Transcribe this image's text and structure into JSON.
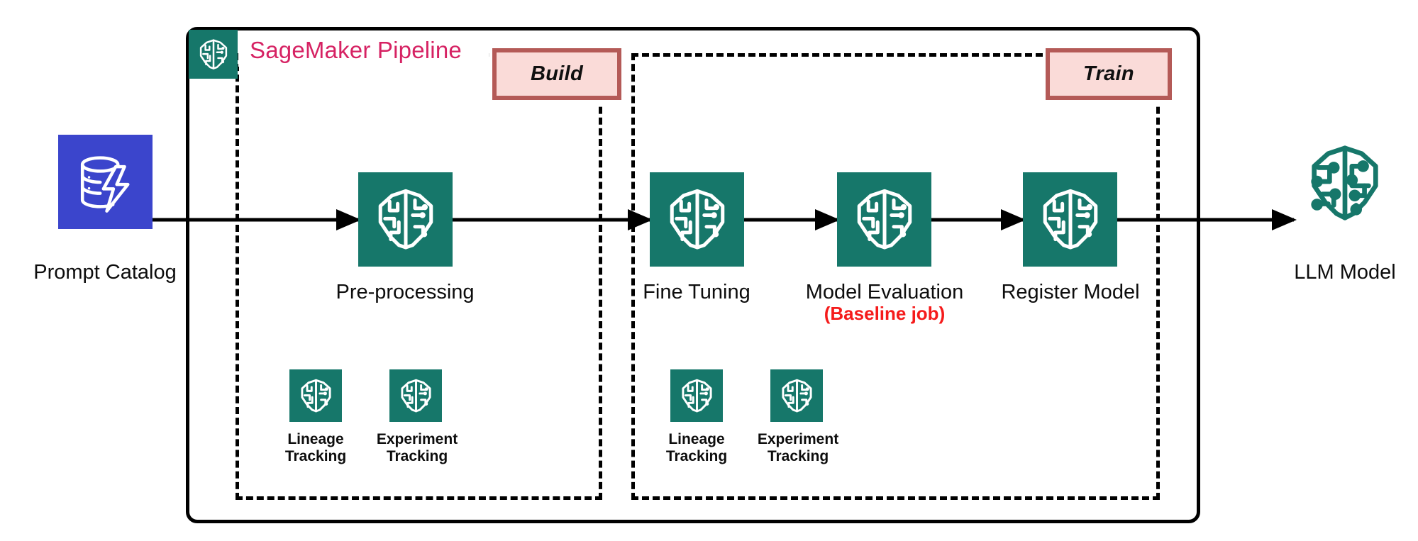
{
  "diagram": {
    "title": "SageMaker Pipeline",
    "title_color": "#d62263",
    "accent_teal": "#16776a",
    "accent_blue": "#3b45cc",
    "stage_chip_fill": "#fadbd8",
    "stage_chip_border": "#b45a57",
    "alert_color": "#f51b1b"
  },
  "stages": [
    {
      "label": "Build"
    },
    {
      "label": "Train"
    }
  ],
  "source": {
    "label": "Prompt Catalog",
    "icon": "database-lightning-icon"
  },
  "output": {
    "label": "LLM Model",
    "icon": "brain-circuit-icon"
  },
  "steps": [
    {
      "label": "Pre-processing",
      "icon": "sagemaker-brain-icon",
      "note": ""
    },
    {
      "label": "Fine Tuning",
      "icon": "sagemaker-brain-icon",
      "note": ""
    },
    {
      "label": "Model Evaluation",
      "icon": "sagemaker-brain-icon",
      "note": "(Baseline job)"
    },
    {
      "label": "Register Model",
      "icon": "sagemaker-brain-icon",
      "note": ""
    }
  ],
  "tracking": {
    "build": [
      {
        "line1": "Lineage",
        "line2": "Tracking",
        "icon": "sagemaker-brain-icon"
      },
      {
        "line1": "Experiment",
        "line2": "Tracking",
        "icon": "sagemaker-brain-icon"
      }
    ],
    "train": [
      {
        "line1": "Lineage",
        "line2": "Tracking",
        "icon": "sagemaker-brain-icon"
      },
      {
        "line1": "Experiment",
        "line2": "Tracking",
        "icon": "sagemaker-brain-icon"
      }
    ]
  }
}
